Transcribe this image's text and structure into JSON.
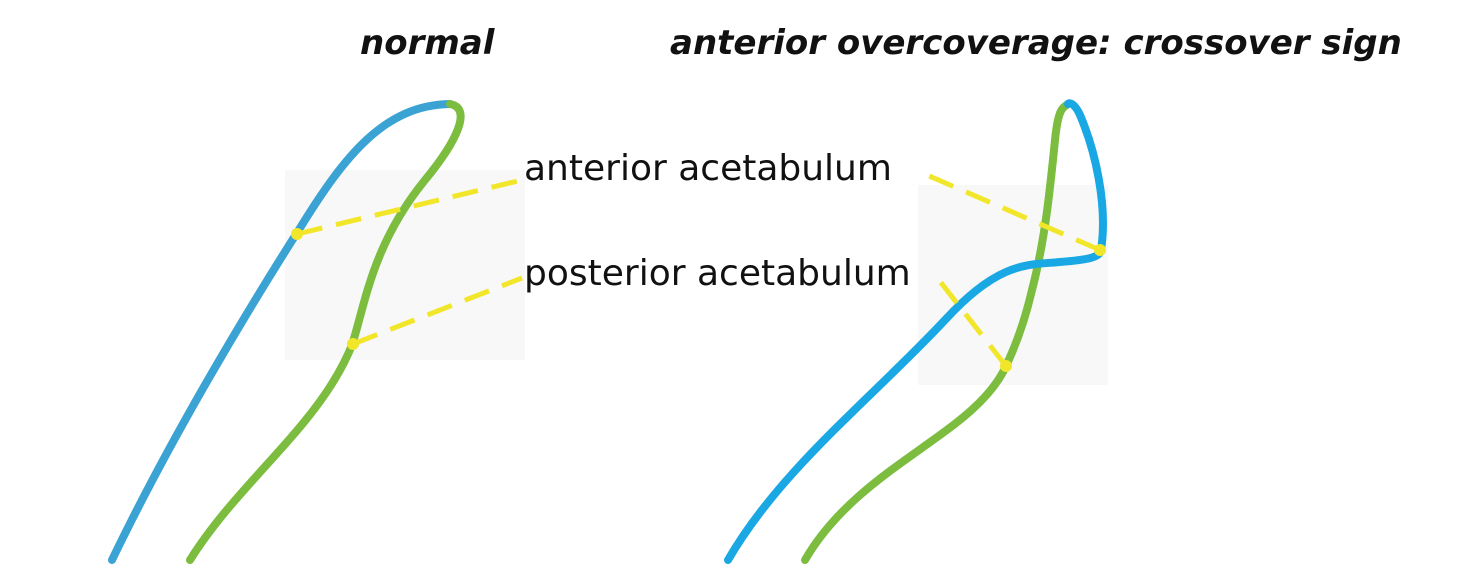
{
  "titles": {
    "left": "normal",
    "right": "anterior overcoverage: crossover sign"
  },
  "labels": {
    "anterior": "anterior acetabulum",
    "posterior": "posterior acetabulum"
  },
  "colors": {
    "anterior_line": "#3aa3d4",
    "anterior_line_right": "#1aa8e4",
    "posterior_line": "#7cbd3f",
    "pointer": "#f2e62a",
    "text": "#111111"
  }
}
